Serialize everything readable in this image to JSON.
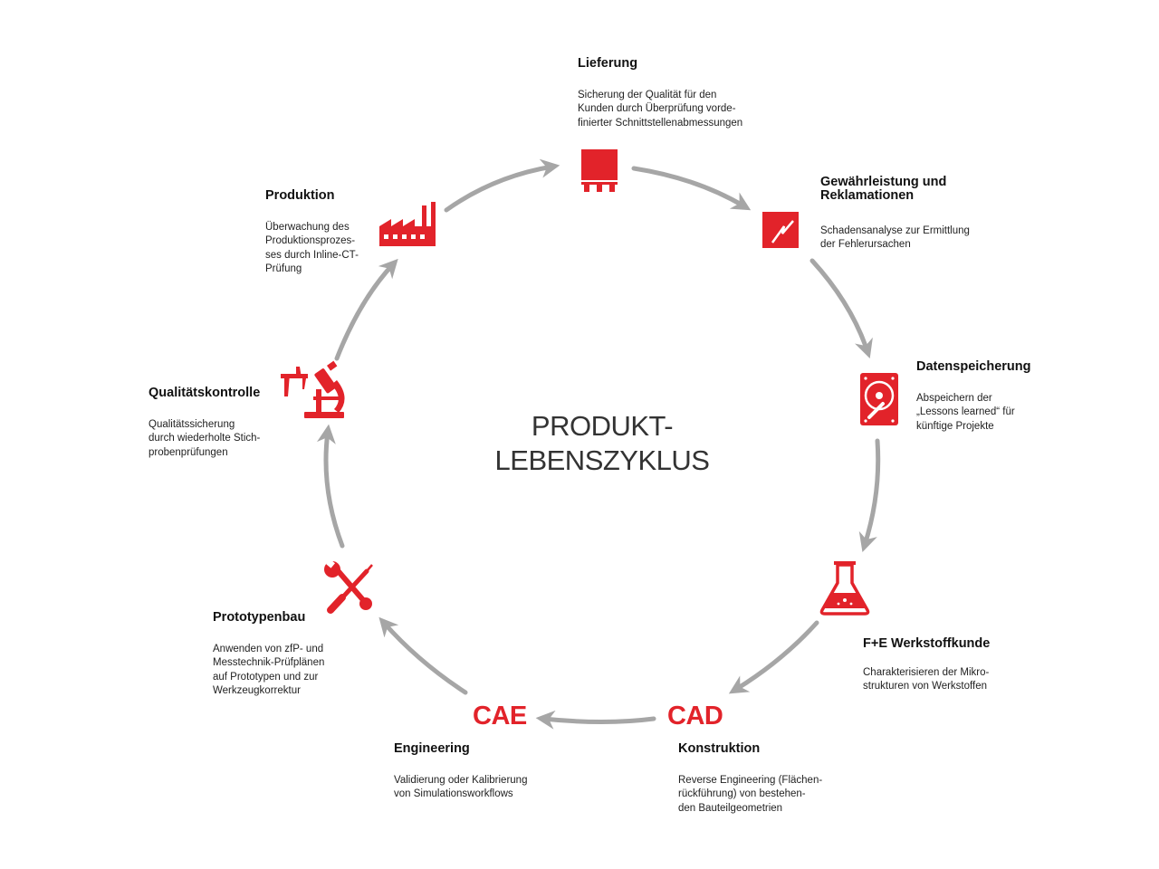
{
  "center_title": "PRODUKT-\nLEBENSZYKLUS",
  "colors": {
    "accent": "#e2232a",
    "arrow": "#a6a6a6"
  },
  "stages": {
    "lieferung": {
      "title": "Lieferung",
      "text": "Sicherung der Qualität für den\nKunden durch Überprüfung vorde-\nfinierter Schnittstellenabmessungen",
      "icon": "pallet-box-icon"
    },
    "gewaehrleistung": {
      "title": "Gewährleistung und\nReklamationen",
      "text": "Schadensanalyse zur Ermittlung\nder Fehlerursachen",
      "icon": "broken-part-icon"
    },
    "datenspeicherung": {
      "title": "Datenspeicherung",
      "text": "Abspeichern der\n„Lessons learned“ für\nkünftige Projekte",
      "icon": "hard-disk-icon"
    },
    "werkstoffkunde": {
      "title": "F+E Werkstoffkunde",
      "text": "Charakterisieren der Mikro-\nstrukturen von Werkstoffen",
      "icon": "flask-icon"
    },
    "konstruktion": {
      "title": "Konstruktion",
      "text": "Reverse Engineering (Flächen-\nrückführung) von bestehen-\nden Bauteilgeometrien",
      "icon_text": "CAD"
    },
    "engineering": {
      "title": "Engineering",
      "text": "Validierung oder Kalibrierung\nvon Simulationsworkflows",
      "icon_text": "CAE"
    },
    "prototypenbau": {
      "title": "Prototypenbau",
      "text": "Anwenden von zfP- und\nMesstechnik-Prüfplänen\nauf Prototypen und zur\nWerkzeugkorrektur",
      "icon": "wrench-screwdriver-icon"
    },
    "qualitaetskontrolle": {
      "title": "Qualitätskontrolle",
      "text": "Qualitätssicherung\ndurch wiederholte Stich-\nprobenprüfungen",
      "icon": "caliper-microscope-icon"
    },
    "produktion": {
      "title": "Produktion",
      "text": "Überwachung des\nProduktionsprozes-\nses durch Inline-CT-\nPrüfung",
      "icon": "factory-icon"
    }
  }
}
